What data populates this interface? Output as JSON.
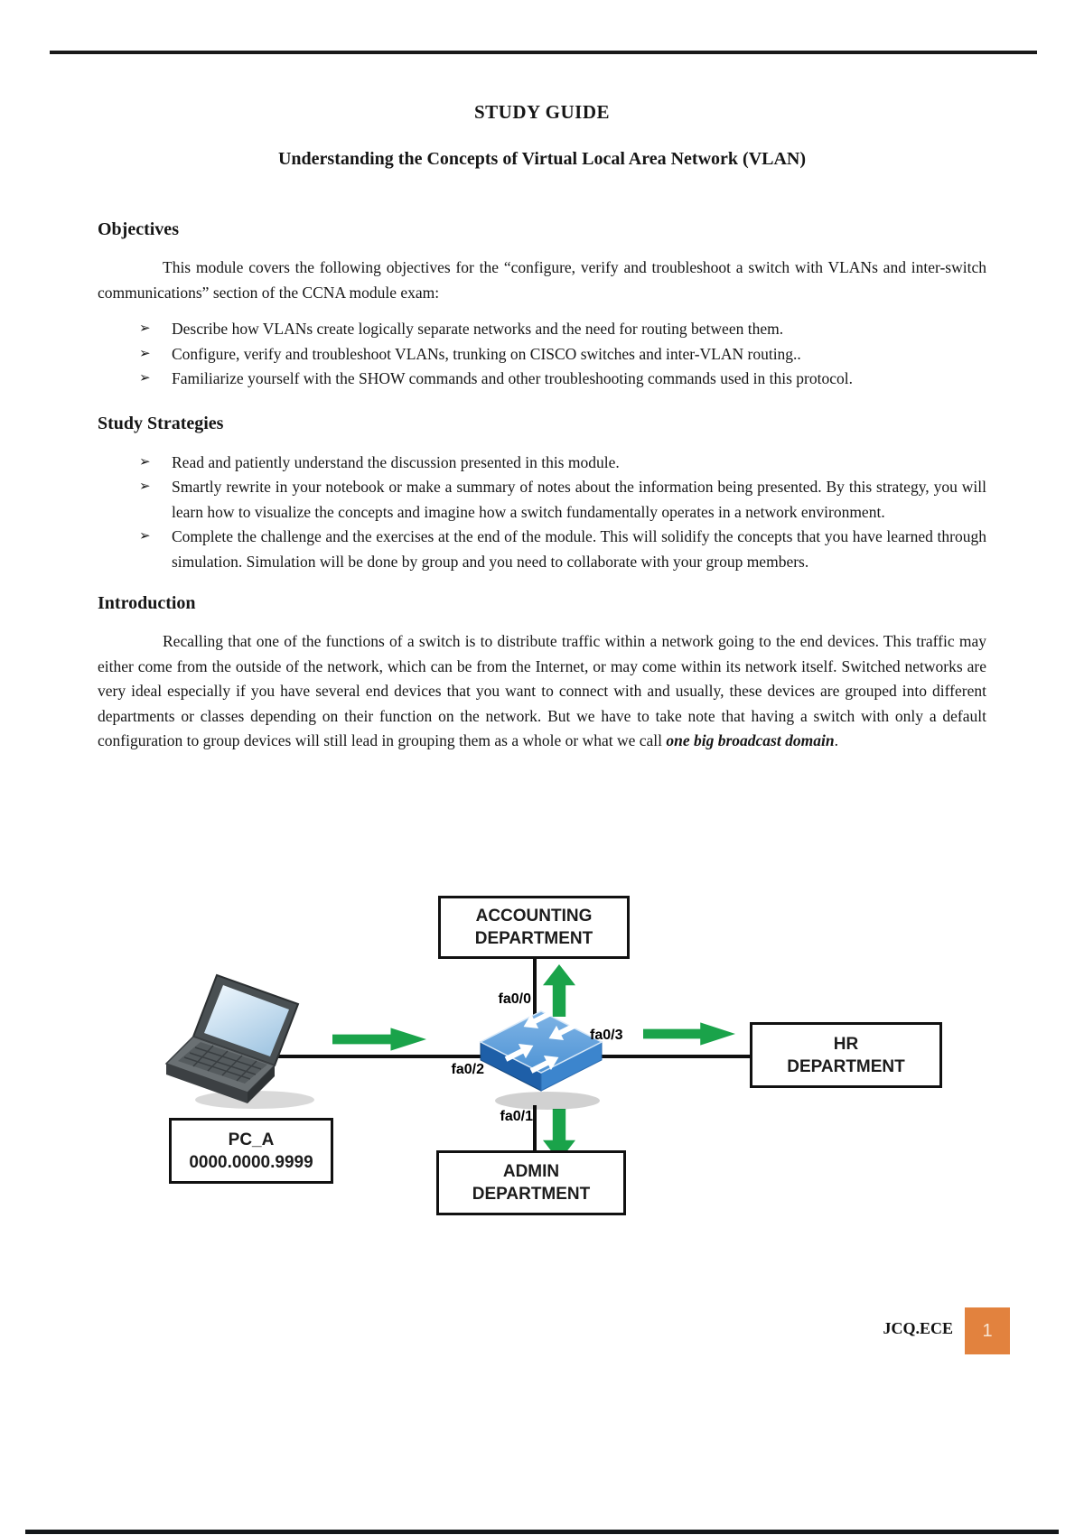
{
  "document": {
    "title": "STUDY GUIDE",
    "subtitle": "Understanding the Concepts of Virtual Local Area Network (VLAN)"
  },
  "bullet_glyph": "➢",
  "objectives": {
    "heading": "Objectives",
    "paragraph": "This module covers the following objectives for the “configure, verify and troubleshoot a switch with VLANs and inter-switch communications” section of the CCNA module exam:",
    "bullets": [
      "Describe how VLANs create logically separate networks and the need for routing between them.",
      "Configure, verify and troubleshoot VLANs, trunking on CISCO switches and inter-VLAN routing..",
      "Familiarize yourself with the SHOW commands and other troubleshooting commands used in this protocol."
    ]
  },
  "study_strategies": {
    "heading": "Study Strategies",
    "bullets": [
      "Read and patiently understand the discussion presented in this module.",
      "Smartly rewrite in your notebook or make a summary of notes about the information being presented. By this strategy, you will learn how to visualize the concepts and imagine how a switch fundamentally operates in a network environment.",
      "Complete the challenge and the exercises at the end of the module. This will solidify the concepts that you have learned through simulation. Simulation will be done by group and you need to collaborate with your group members."
    ]
  },
  "introduction": {
    "heading": "Introduction",
    "paragraph_start": "Recalling that one of the functions of a switch is to distribute traffic within a network going to the end devices. This traffic may either come from the outside of the network, which can be from the Internet, or may come within its network itself. Switched networks are very ideal especially if you have several end devices that you want to connect with and usually, these devices are grouped into different departments or classes depending on their function on the network. But we have to take note that having a switch with only a default configuration to group devices will still lead in grouping them as a whole or what we call ",
    "emphasis": "one big broadcast domain",
    "paragraph_end": "."
  },
  "diagram": {
    "accounting_box": [
      "ACCOUNTING",
      "DEPARTMENT"
    ],
    "hr_box": [
      "HR",
      "DEPARTMENT"
    ],
    "admin_box": [
      "ADMIN",
      "DEPARTMENT"
    ],
    "pc_label": [
      "PC_A",
      "0000.0000.9999"
    ],
    "ports": {
      "top": "fa0/0",
      "left": "fa0/2",
      "right": "fa0/3",
      "bottom": "fa0/1"
    },
    "colors": {
      "arrow_green": "#1aa34a",
      "switch_blue_top": "#6aa7dd",
      "switch_blue_left": "#1e5fa8",
      "switch_blue_right": "#3c85cd",
      "line_black": "#0f0f0f"
    }
  },
  "footer": {
    "author_code": "JCQ.ECE",
    "page_number": "1",
    "page_badge_color": "#e2823e"
  }
}
